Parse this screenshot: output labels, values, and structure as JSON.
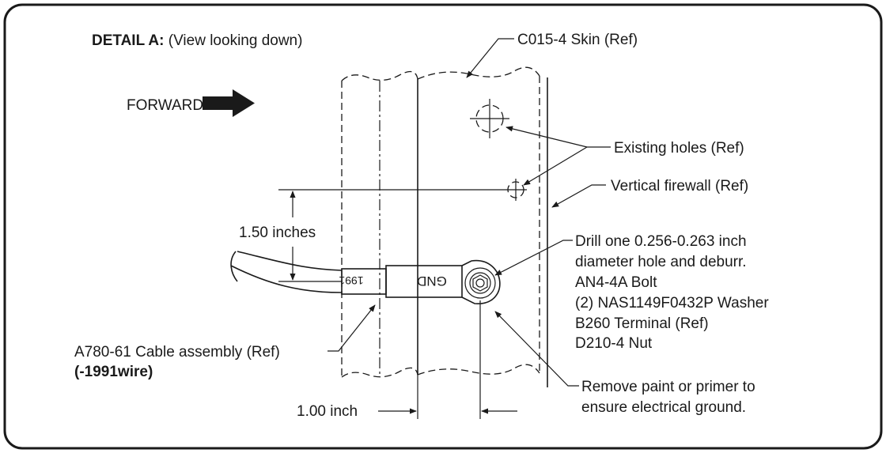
{
  "detail": {
    "title_bold": "DETAIL A:",
    "title_rest": "(View looking down)"
  },
  "direction": {
    "label": "FORWARD"
  },
  "callouts": {
    "skin": "C015-4 Skin (Ref)",
    "existing_holes": "Existing holes (Ref)",
    "firewall": "Vertical firewall (Ref)",
    "dimension_vertical": "1.50 inches",
    "dimension_horizontal": "1.00 inch",
    "drill": [
      "Drill one 0.256-0.263 inch",
      "diameter hole and deburr.",
      "AN4-4A Bolt",
      "(2) NAS1149F0432P Washer",
      "B260 Terminal (Ref)",
      "D210-4 Nut"
    ],
    "cable": "A780-61 Cable assembly (Ref)",
    "cable_wire": "(-1991wire)",
    "paint": [
      "Remove paint or primer to",
      "ensure electrical ground."
    ]
  },
  "sleeve": {
    "gnd": "GND",
    "wire_number": "1991"
  }
}
